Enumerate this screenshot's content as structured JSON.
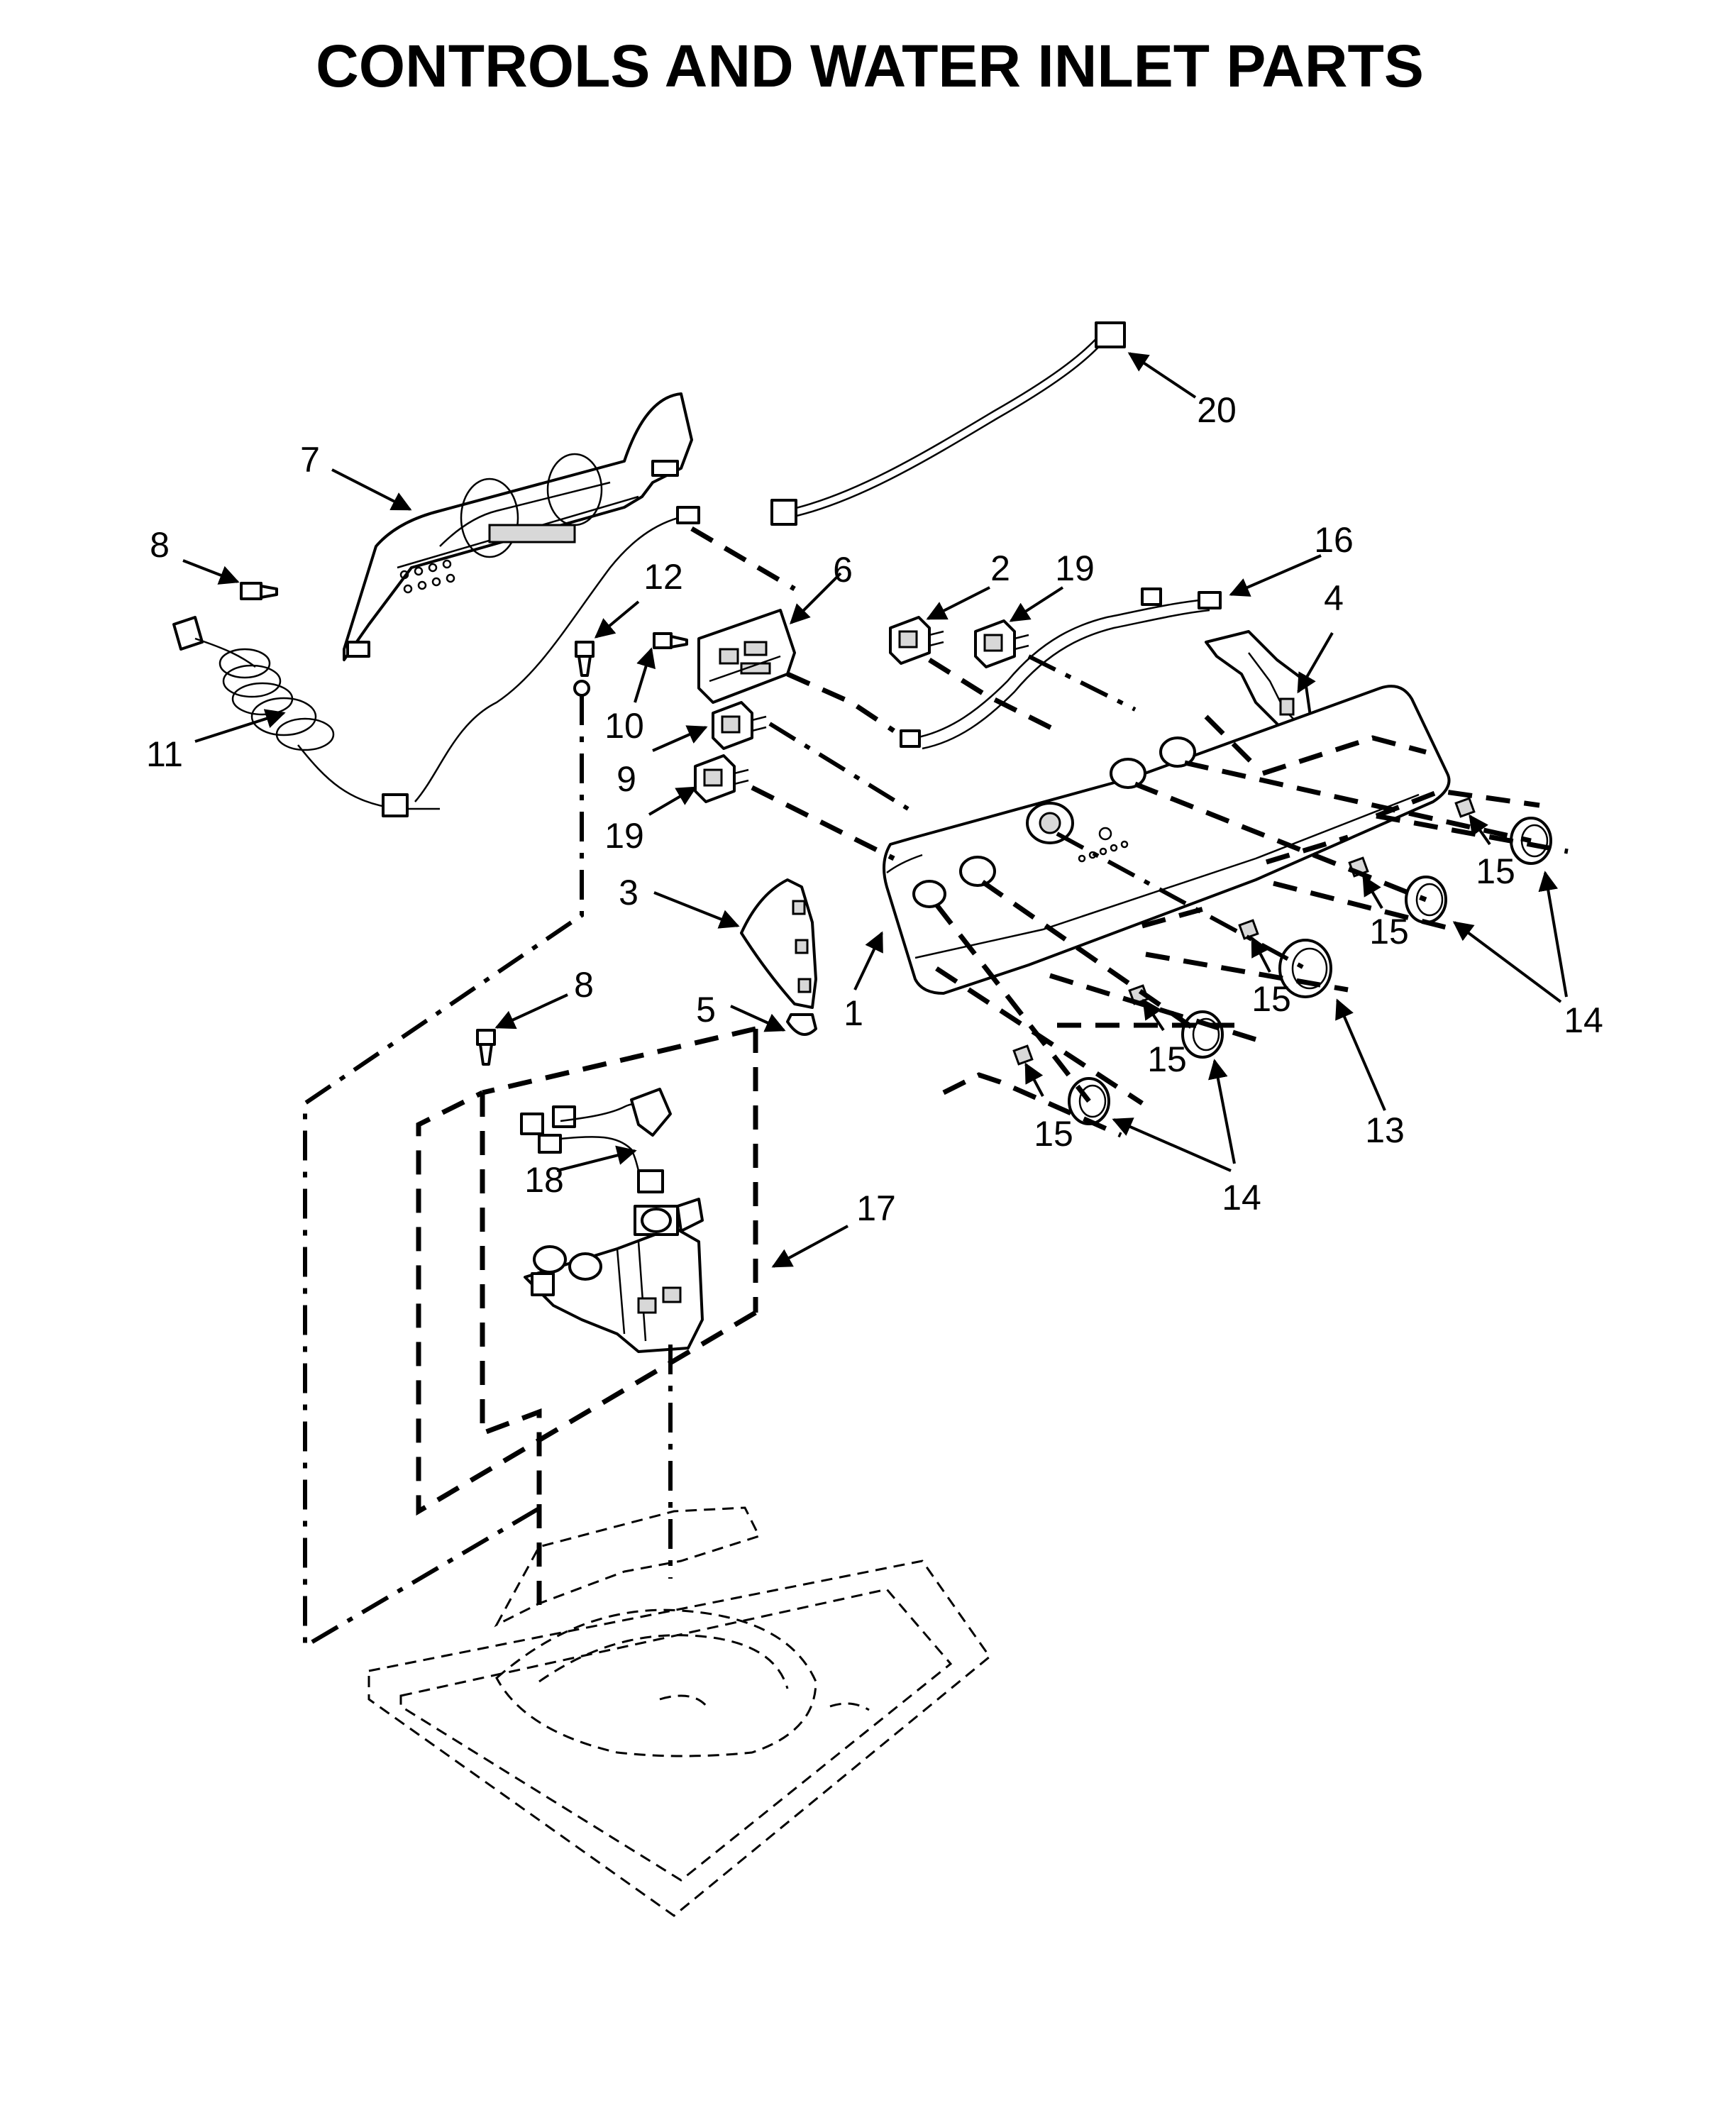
{
  "title": "CONTROLS AND WATER INLET PARTS",
  "callouts": {
    "c1": "1",
    "c2": "2",
    "c3": "3",
    "c4": "4",
    "c5": "5",
    "c6": "6",
    "c7": "7",
    "c8a": "8",
    "c8b": "8",
    "c9": "9",
    "c10": "10",
    "c11": "11",
    "c12": "12",
    "c13": "13",
    "c14a": "14",
    "c14b": "14",
    "c15a": "15",
    "c15b": "15",
    "c15c": "15",
    "c15d": "15",
    "c15e": "15",
    "c15f": "15",
    "c16": "16",
    "c17": "17",
    "c18": "18",
    "c19a": "19",
    "c19b": "19",
    "c20": "20"
  }
}
